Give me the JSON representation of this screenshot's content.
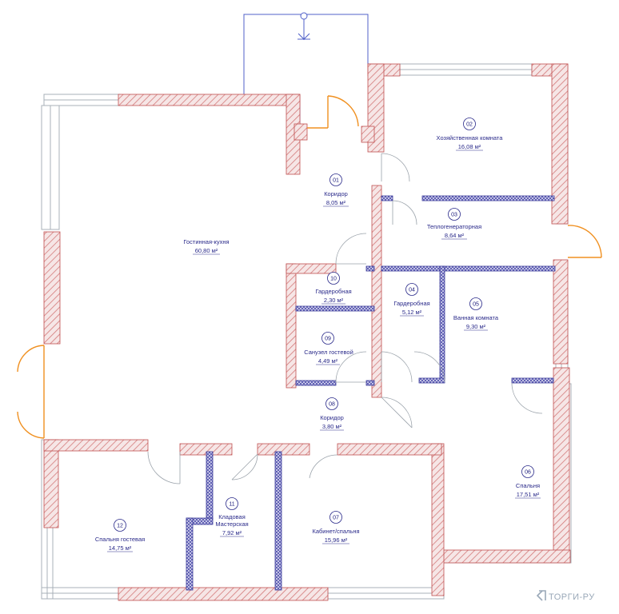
{
  "rooms": [
    {
      "num": "01",
      "name": "Коридор",
      "area": "8,05 м²"
    },
    {
      "num": "02",
      "name": "Хозяйственная комната",
      "area": "16,08 м²"
    },
    {
      "num": "03",
      "name": "Теплогенераторная",
      "area": "8,64 м²"
    },
    {
      "num": "04",
      "name": "Гардеробная",
      "area": "5,12 м²"
    },
    {
      "num": "05",
      "name": "Ванная комната",
      "area": "9,30 м²"
    },
    {
      "num": "06",
      "name": "Спальня",
      "area": "17,51 м²"
    },
    {
      "num": "07",
      "name": "Кабинет/спальня",
      "area": "15,96 м²"
    },
    {
      "num": "08",
      "name": "Коридор",
      "area": "3,80 м²"
    },
    {
      "num": "09",
      "name": "Санузел гостевой",
      "area": "4,49 м²"
    },
    {
      "num": "10",
      "name": "Гардеробная",
      "area": "2,30 м²"
    },
    {
      "num": "11",
      "name": "Кладовая Мастерская",
      "name_line1": "Кладовая",
      "name_line2": "Мастерская",
      "area": "7,92 м²"
    },
    {
      "num": "12",
      "name": "Спальня гостевая",
      "area": "14,75 м²"
    },
    {
      "num": "",
      "name": "Гостинная-кухня",
      "area": "60,80 м²"
    }
  ],
  "watermark": "ТОРГИ-РУ",
  "colors": {
    "hatch_wall": "#d47a7a",
    "partition": "#3a3a9a",
    "window": "#a8b0b8",
    "door": "#f09020",
    "text": "#2a2a8a"
  }
}
